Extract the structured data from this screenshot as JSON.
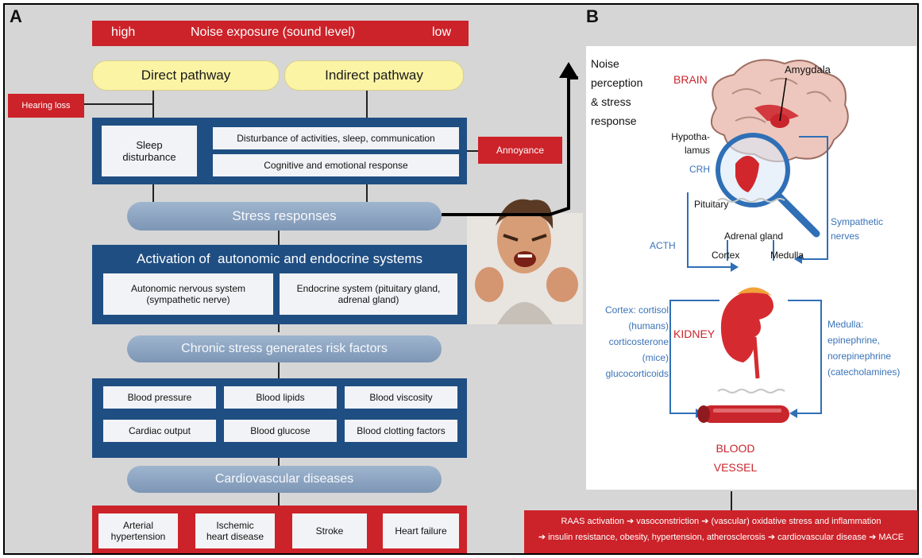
{
  "panel_a": {
    "letter": "A",
    "exposure": {
      "high": "high",
      "title": "Noise exposure (sound level)",
      "low": "low"
    },
    "direct": "Direct pathway",
    "indirect": "Indirect pathway",
    "hearing_loss": "Hearing loss",
    "sleep": "Sleep disturbance",
    "disturbance": "Disturbance of activities, sleep, communication",
    "cognitive": "Cognitive and emotional response",
    "annoyance": "Annoyance",
    "stress": "Stress responses",
    "activation": "Activation of  autonomic and endocrine systems",
    "ans": "Autonomic nervous system (sympathetic nerve)",
    "endo": "Endocrine system (pituitary gland, adrenal gland)",
    "chronic": "Chronic stress generates risk factors",
    "risk": [
      "Blood pressure",
      "Blood lipids",
      "Blood viscosity",
      "Cardiac output",
      "Blood glucose",
      "Blood clotting factors"
    ],
    "cvd": "Cardiovascular diseases",
    "diseases": [
      "Arterial hypertension",
      "Ischemic heart disease",
      "Stroke",
      "Heart failure"
    ]
  },
  "panel_b": {
    "letter": "B",
    "noise_perception": "Noise perception & stress response",
    "brain": "BRAIN",
    "amygdala": "Amygdala",
    "hypothalamus": "Hypotha-lamus",
    "crh": "CRH",
    "pituitary": "Pituitary",
    "acth": "ACTH",
    "sympathetic": "Sympathetic nerves",
    "adrenal": "Adrenal gland",
    "cortex": "Cortex",
    "medulla": "Medulla",
    "cortex_hormones": "Cortex: cortisol (humans) corticosterone (mice) glucocorticoids",
    "kidney": "KIDNEY",
    "medulla_hormones": "Medulla: epinephrine, norepinephrine (catecholamines)",
    "blood_vessel": "BLOOD VESSEL",
    "raas_line1": "RAAS activation ➔ vasoconstriction ➔ (vascular) oxidative stress and inflammation",
    "raas_line2": "➔ insulin resistance, obesity, hypertension, atherosclerosis ➔ cardiovascular disease ➔ MACE"
  },
  "colors": {
    "red": "#cc2229",
    "navy": "#1f4e82",
    "steel": "#8ba3c2",
    "yellow": "#fbf4a4",
    "blue_text": "#3a73b8"
  }
}
